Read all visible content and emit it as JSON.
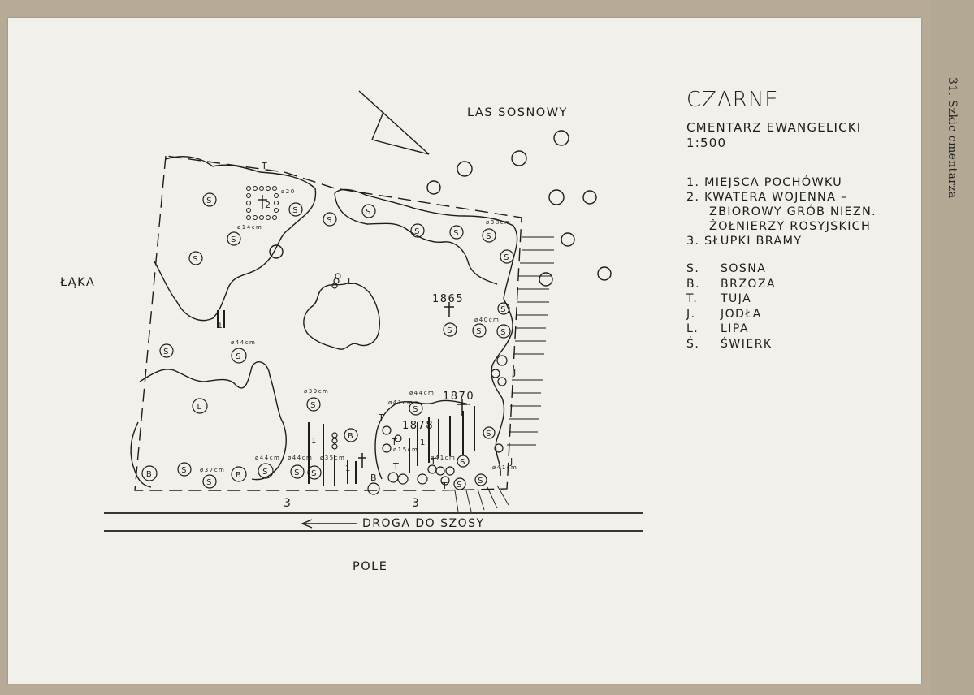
{
  "caption": "31. Szkic cmentarza",
  "title": "CZARNE",
  "subtitle_line1": "CMENTARZ EWANGELICKI",
  "subtitle_line2": "1:500",
  "legend": [
    "1. MIEJSCA POCHÓWKU",
    "2. KWATERA WOJENNA –",
    "ZBIOROWY GRÓB NIEZN.",
    "ŻOŁNIERZY ROSYJSKICH",
    "3. SŁUPKI BRAMY"
  ],
  "trees": [
    {
      "code": "S.",
      "name": "SOSNA"
    },
    {
      "code": "B.",
      "name": "BRZOZA"
    },
    {
      "code": "T.",
      "name": "TUJA"
    },
    {
      "code": "J.",
      "name": "JODŁA"
    },
    {
      "code": "L.",
      "name": "LIPA"
    },
    {
      "code": "Ś.",
      "name": "ŚWIERK"
    }
  ],
  "labels": {
    "las": "LAS SOSNOWY",
    "laka": "ŁĄKA",
    "droga": "DROGA DO SZOSY",
    "pole": "POLE",
    "gate": "3",
    "year_1865": "1865",
    "year_1870": "1870",
    "year_1878": "1878",
    "tree_S": "S",
    "tree_B": "B",
    "tree_L": "L",
    "tree_T": "T",
    "tree_J": "J",
    "kwatera": "2",
    "grave": "1",
    "d44": "ø44cm",
    "d39": "ø39cm",
    "d38": "ø38cm",
    "d40": "ø40cm",
    "d37": "ø37cm",
    "d35": "ø35cm",
    "d41": "ø41cm",
    "d15": "ø15cm",
    "d14": "ø14cm",
    "d20": "ø20"
  }
}
